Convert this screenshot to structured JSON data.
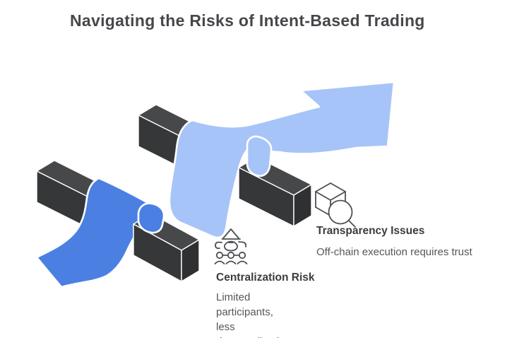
{
  "title": "Navigating the Risks of Intent-Based Trading",
  "diagram": {
    "description": "Isometric blue arrow ribbon weaving over dark obstacle blocks, pointing up to the right",
    "colors": {
      "arrow_dark": "#4b80e2",
      "arrow_light": "#a7c4f8",
      "block": "#3c3d3f",
      "background": "#ffffff"
    },
    "risks": [
      {
        "label": "Centralization Risk",
        "description": "Limited participants, less decentralized",
        "icon": "people-under-roof-icon"
      },
      {
        "label": "Transparency Issues",
        "description": "Off-chain execution requires trust",
        "icon": "cube-magnifier-icon"
      }
    ]
  }
}
